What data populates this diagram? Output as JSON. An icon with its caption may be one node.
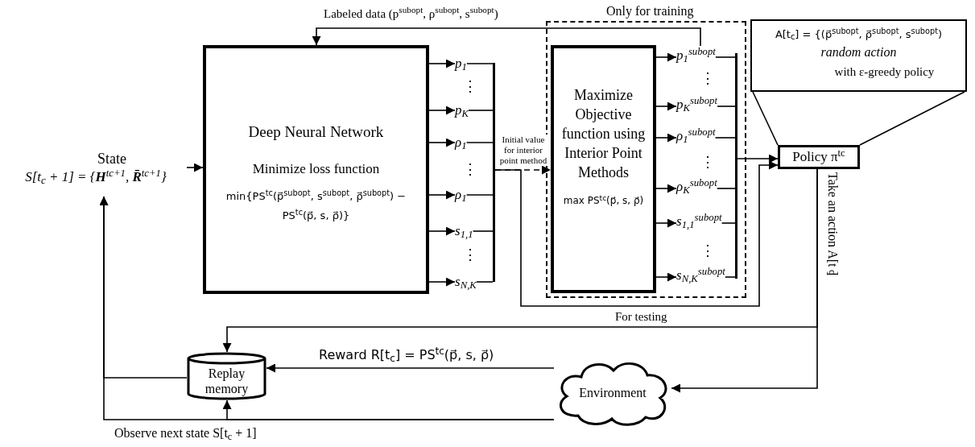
{
  "diagram": {
    "nodes": [
      {
        "text": [
          "State",
          "S[t$_{c}$ + 1] = {**H**$^{tc+1}$, **R̄**$^{tc+1}$}"
        ]
      },
      {
        "text": [
          "Deep Neural Network",
          "Minimize loss function",
          "min{PS$^{tc}$(p⃗$^{subopt}$, s$^{subopt}$, ρ⃗$^{subopt}$) − PS$^{tc}$(p⃗, s, ρ⃗)}"
        ]
      },
      {
        "text": [
          "p$_{1}$"
        ]
      },
      {
        "text": [
          "p$_{K}$"
        ]
      },
      {
        "text": [
          "ρ$_{1}$"
        ]
      },
      {
        "text": [
          "ρ$_{1}$"
        ]
      },
      {
        "text": [
          "s$_{1,1}$"
        ]
      },
      {
        "text": [
          "s$_{N,K}$"
        ]
      },
      {
        "text": [],
        "shape": "bar"
      },
      {
        "text": [
          "Only for training"
        ]
      },
      {
        "text": [
          "Maximize Objective function using Interior Point Methods",
          "max PS$^{tc}$(p⃗, s, ρ⃗)"
        ],
        "in": 9
      },
      {
        "text": [
          "p$_{1}$$^{subopt}$"
        ],
        "in": 9
      },
      {
        "text": [
          "p$_{K}$$^{subopt}$"
        ],
        "in": 9
      },
      {
        "text": [
          "ρ$_{1}$$^{subopt}$"
        ],
        "in": 9
      },
      {
        "text": [
          "ρ$_{K}$$^{subopt}$"
        ],
        "in": 9
      },
      {
        "text": [
          "s$_{1,1}$$^{subopt}$"
        ],
        "in": 9
      },
      {
        "text": [
          "s$_{N,K}$$^{subopt}$"
        ],
        "in": 9
      },
      {
        "text": [],
        "shape": "bar",
        "in": 9
      },
      {
        "text": [
          "A[t$_{c}$] = {(p⃗$^{subopt}$, ρ⃗$^{subopt}$, s$^{subopt}$)",
          "random action",
          "with ε-greedy policy"
        ]
      },
      {
        "text": [
          "Policy π$^{tc}$"
        ]
      },
      {
        "text": [
          "Replay memory"
        ]
      },
      {
        "text": [
          "Environment"
        ]
      }
    ],
    "edges": [
      {
        "from": 0,
        "to": 1,
        "arrow": "to"
      },
      {
        "from": 1,
        "to": 2,
        "arrow": "to"
      },
      {
        "from": 1,
        "to": 3,
        "arrow": "to"
      },
      {
        "from": 1,
        "to": 4,
        "arrow": "to"
      },
      {
        "from": 1,
        "to": 5,
        "arrow": "to"
      },
      {
        "from": 1,
        "to": 6,
        "arrow": "to"
      },
      {
        "from": 1,
        "to": 7,
        "arrow": "to"
      },
      {
        "from": 2,
        "to": 8,
        "arrow": "none"
      },
      {
        "from": 3,
        "to": 8,
        "arrow": "none"
      },
      {
        "from": 4,
        "to": 8,
        "arrow": "none"
      },
      {
        "from": 5,
        "to": 8,
        "arrow": "none"
      },
      {
        "from": 6,
        "to": 8,
        "arrow": "none"
      },
      {
        "from": 7,
        "to": 8,
        "arrow": "none"
      },
      {
        "from": 8,
        "to": 10,
        "arrow": "to",
        "style": "dashed",
        "label": "Initial value for interior point method"
      },
      {
        "from": 8,
        "to": 19,
        "arrow": "to",
        "label": "For testing"
      },
      {
        "from": 10,
        "to": 11,
        "arrow": "to"
      },
      {
        "from": 10,
        "to": 12,
        "arrow": "to"
      },
      {
        "from": 10,
        "to": 13,
        "arrow": "to"
      },
      {
        "from": 10,
        "to": 14,
        "arrow": "to"
      },
      {
        "from": 10,
        "to": 15,
        "arrow": "to"
      },
      {
        "from": 10,
        "to": 16,
        "arrow": "to"
      },
      {
        "from": 11,
        "to": 17,
        "arrow": "none"
      },
      {
        "from": 12,
        "to": 17,
        "arrow": "none"
      },
      {
        "from": 13,
        "to": 17,
        "arrow": "none"
      },
      {
        "from": 14,
        "to": 17,
        "arrow": "none"
      },
      {
        "from": 15,
        "to": 17,
        "arrow": "none"
      },
      {
        "from": 16,
        "to": 17,
        "arrow": "none"
      },
      {
        "from": 17,
        "to": 19,
        "arrow": "to"
      },
      {
        "from": 11,
        "to": 1,
        "arrow": "to",
        "label": "Labeled data (p$^{subopt}$, ρ$^{subopt}$, s$^{subopt}$)"
      },
      {
        "from": 19,
        "to": 21,
        "arrow": "to",
        "label": "Take an action A[t$_{c}$]"
      },
      {
        "from": 19,
        "to": 20,
        "arrow": "to"
      },
      {
        "from": 21,
        "to": 20,
        "arrow": "to",
        "label": "Reward R[t$_{c}$] = PS$^{tc}$(p⃗, s, ρ⃗)"
      },
      {
        "from": 21,
        "to": 0,
        "arrow": "to",
        "label": "Observe next state S[t$_{c}$ + 1]"
      },
      {
        "from": 21,
        "to": 20,
        "arrow": "to"
      },
      {
        "from": 20,
        "to": 0,
        "arrow": "to"
      },
      {
        "from": 18,
        "to": 19,
        "arrow": "none"
      },
      {
        "from": 18,
        "to": 19,
        "arrow": "none"
      }
    ],
    "labels": [
      "⋮",
      "⋮",
      "⋮",
      "⋮",
      "⋮",
      "⋮"
    ]
  }
}
